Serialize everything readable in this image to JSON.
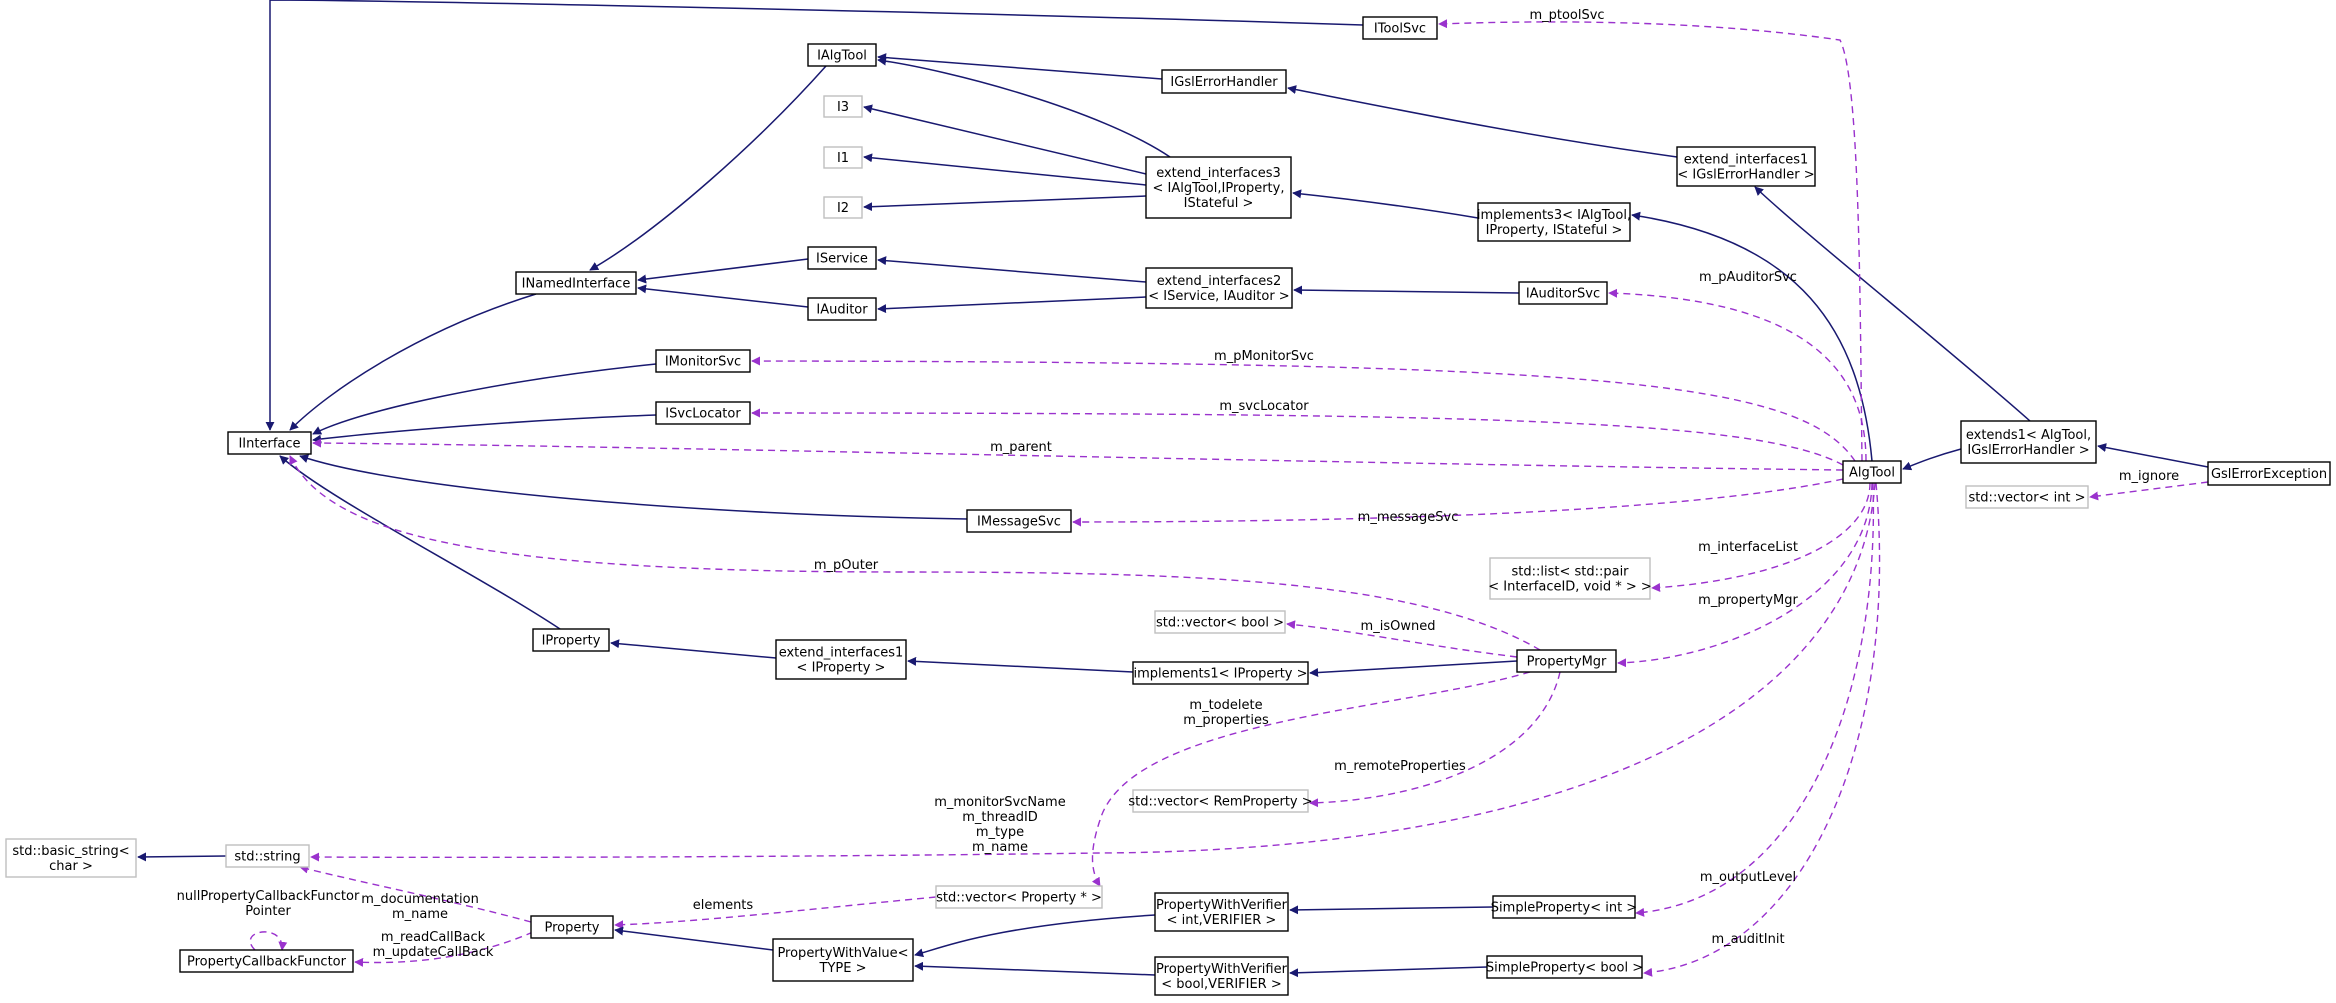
{
  "colors": {
    "inheritance_edge": "#191970",
    "usage_edge": "#9a32cd",
    "node_border": "#000000",
    "external_node_border": "#bfbfbf",
    "highlight_fill": "#bfbfbf"
  },
  "nodes": [
    {
      "id": "GslErrorException",
      "lines": [
        "GslErrorException"
      ],
      "style": "highlight"
    },
    {
      "id": "extends1",
      "lines": [
        "extends1< AlgTool,",
        "IGslErrorHandler >"
      ],
      "style": "normal"
    },
    {
      "id": "vecInt",
      "lines": [
        "std::vector< int >"
      ],
      "style": "external"
    },
    {
      "id": "AlgTool",
      "lines": [
        "AlgTool"
      ],
      "style": "normal"
    },
    {
      "id": "extIf1Gsl",
      "lines": [
        "extend_interfaces1",
        "< IGslErrorHandler >"
      ],
      "style": "normal"
    },
    {
      "id": "IGslErrorHandler",
      "lines": [
        "IGslErrorHandler"
      ],
      "style": "normal"
    },
    {
      "id": "IToolSvc",
      "lines": [
        "IToolSvc"
      ],
      "style": "normal"
    },
    {
      "id": "IAlgTool",
      "lines": [
        "IAlgTool"
      ],
      "style": "normal"
    },
    {
      "id": "I3",
      "lines": [
        "I3"
      ],
      "style": "external"
    },
    {
      "id": "I1",
      "lines": [
        "I1"
      ],
      "style": "external"
    },
    {
      "id": "I2",
      "lines": [
        "I2"
      ],
      "style": "external"
    },
    {
      "id": "extIf3",
      "lines": [
        "extend_interfaces3",
        "< IAlgTool,IProperty,",
        "IStateful >"
      ],
      "style": "normal"
    },
    {
      "id": "impl3",
      "lines": [
        "implements3< IAlgTool,",
        "IProperty, IStateful >"
      ],
      "style": "normal"
    },
    {
      "id": "IService",
      "lines": [
        "IService"
      ],
      "style": "normal"
    },
    {
      "id": "INamedInterface",
      "lines": [
        "INamedInterface"
      ],
      "style": "normal"
    },
    {
      "id": "IAuditor",
      "lines": [
        "IAuditor"
      ],
      "style": "normal"
    },
    {
      "id": "extIf2",
      "lines": [
        "extend_interfaces2",
        "< IService, IAuditor >"
      ],
      "style": "normal"
    },
    {
      "id": "IAuditorSvc",
      "lines": [
        "IAuditorSvc"
      ],
      "style": "normal"
    },
    {
      "id": "IMonitorSvc",
      "lines": [
        "IMonitorSvc"
      ],
      "style": "normal"
    },
    {
      "id": "ISvcLocator",
      "lines": [
        "ISvcLocator"
      ],
      "style": "normal"
    },
    {
      "id": "IInterface",
      "lines": [
        "IInterface"
      ],
      "style": "normal"
    },
    {
      "id": "IMessageSvc",
      "lines": [
        "IMessageSvc"
      ],
      "style": "normal"
    },
    {
      "id": "listPair",
      "lines": [
        "std::list< std::pair",
        "< InterfaceID, void * > >"
      ],
      "style": "external"
    },
    {
      "id": "vecBool",
      "lines": [
        "std::vector< bool >"
      ],
      "style": "external"
    },
    {
      "id": "IProperty",
      "lines": [
        "IProperty"
      ],
      "style": "normal"
    },
    {
      "id": "extIf1Prop",
      "lines": [
        "extend_interfaces1",
        "< IProperty >"
      ],
      "style": "normal"
    },
    {
      "id": "impl1",
      "lines": [
        "implements1< IProperty >"
      ],
      "style": "normal"
    },
    {
      "id": "PropertyMgr",
      "lines": [
        "PropertyMgr"
      ],
      "style": "normal"
    },
    {
      "id": "vecRem",
      "lines": [
        "std::vector< RemProperty >"
      ],
      "style": "external"
    },
    {
      "id": "basicString",
      "lines": [
        "std::basic_string<",
        "char >"
      ],
      "style": "external"
    },
    {
      "id": "stdString",
      "lines": [
        "std::string"
      ],
      "style": "external"
    },
    {
      "id": "vecPropPtr",
      "lines": [
        "std::vector< Property * >"
      ],
      "style": "external"
    },
    {
      "id": "PWVint",
      "lines": [
        "PropertyWithVerifier",
        "< int,VERIFIER >"
      ],
      "style": "normal"
    },
    {
      "id": "SPint",
      "lines": [
        "SimpleProperty< int >"
      ],
      "style": "normal"
    },
    {
      "id": "Property",
      "lines": [
        "Property"
      ],
      "style": "normal"
    },
    {
      "id": "PropertyCallbackFunctor",
      "lines": [
        "PropertyCallbackFunctor"
      ],
      "style": "normal"
    },
    {
      "id": "PropertyWithValue",
      "lines": [
        "PropertyWithValue<",
        "TYPE >"
      ],
      "style": "normal"
    },
    {
      "id": "PWVbool",
      "lines": [
        "PropertyWithVerifier",
        "< bool,VERIFIER >"
      ],
      "style": "normal"
    },
    {
      "id": "SPbool",
      "lines": [
        "SimpleProperty< bool >"
      ],
      "style": "normal"
    }
  ],
  "edge_labels": [
    {
      "id": "m_ptoolSvc",
      "lines": [
        "m_ptoolSvc"
      ]
    },
    {
      "id": "m_ignore",
      "lines": [
        "m_ignore"
      ]
    },
    {
      "id": "m_pAuditorSvc",
      "lines": [
        "m_pAuditorSvc"
      ]
    },
    {
      "id": "m_pMonitorSvc",
      "lines": [
        "m_pMonitorSvc"
      ]
    },
    {
      "id": "m_svcLocator",
      "lines": [
        "m_svcLocator"
      ]
    },
    {
      "id": "m_parent",
      "lines": [
        "m_parent"
      ]
    },
    {
      "id": "m_messageSvc",
      "lines": [
        "m_messageSvc"
      ]
    },
    {
      "id": "m_interfaceList",
      "lines": [
        "m_interfaceList"
      ]
    },
    {
      "id": "m_propertyMgr",
      "lines": [
        "m_propertyMgr"
      ]
    },
    {
      "id": "m_pOuter",
      "lines": [
        "m_pOuter"
      ]
    },
    {
      "id": "m_isOwned",
      "lines": [
        "m_isOwned"
      ]
    },
    {
      "id": "m_todelete",
      "lines": [
        "m_todelete",
        "m_properties"
      ]
    },
    {
      "id": "m_remoteProperties",
      "lines": [
        "m_remoteProperties"
      ]
    },
    {
      "id": "m_stringMembers",
      "lines": [
        "m_monitorSvcName",
        "m_threadID",
        "m_type",
        "m_name"
      ]
    },
    {
      "id": "m_outputLevel",
      "lines": [
        "m_outputLevel"
      ]
    },
    {
      "id": "m_auditInit",
      "lines": [
        "m_auditInit"
      ]
    },
    {
      "id": "elements",
      "lines": [
        "elements"
      ]
    },
    {
      "id": "m_documentation",
      "lines": [
        "m_documentation",
        "m_name"
      ]
    },
    {
      "id": "nullCallback",
      "lines": [
        "nullPropertyCallbackFunctor",
        "Pointer"
      ]
    },
    {
      "id": "m_readCallBack",
      "lines": [
        "m_readCallBack",
        "m_updateCallBack"
      ]
    }
  ]
}
